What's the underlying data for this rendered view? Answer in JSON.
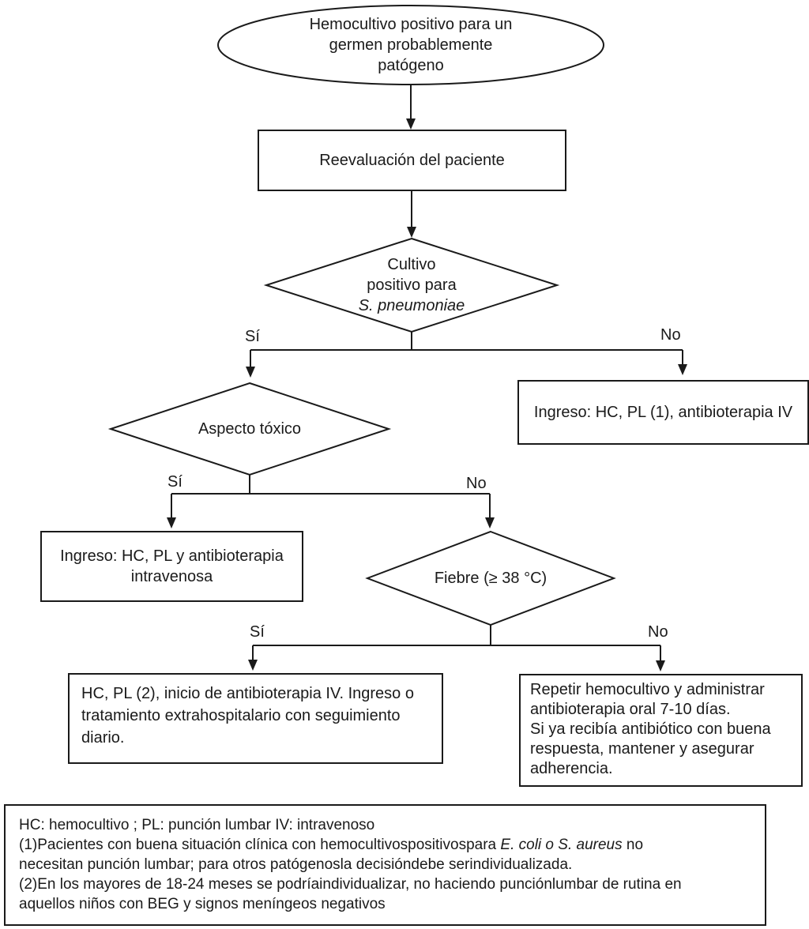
{
  "colors": {
    "stroke": "#1a1a1a",
    "background": "#ffffff",
    "text": "#1a1a1a"
  },
  "nodes": {
    "start": "Hemocultivo positivo para un\ngermen probablemente\npatógeno",
    "reevaluation": "Reevaluación del paciente",
    "decision_pneumoniae": {
      "line1": "Cultivo",
      "line2": "positivo para",
      "line3_italic": "S. pneumoniae"
    },
    "ingreso_pl1": "Ingreso: HC, PL (1), antibioterapia IV",
    "decision_aspecto": "Aspecto tóxico",
    "ingreso_iv": "Ingreso: HC, PL y antibioterapia\nintravenosa",
    "decision_fiebre": "Fiebre (≥ 38 °C)",
    "hc_pl2": "HC, PL (2), inicio de antibioterapia IV. Ingreso o\ntratamiento extrahospitalario con seguimiento\ndiario.",
    "repetir": "Repetir hemocultivo y administrar\nantibioterapia oral 7-10 días.\nSi ya recibía antibiótico con buena\nrespuesta, mantener y asegurar\nadherencia."
  },
  "edge_labels": {
    "yes1": "Sí",
    "no1": "No",
    "yes2": "Sí",
    "no2": "No",
    "yes3": "Sí",
    "no3": "No"
  },
  "footnote": {
    "line1": "HC: hemocultivo ; PL: punción lumbar IV: intravenoso",
    "line2_pre": "(1)Pacientes con buena situación clínica con hemocultivospositivospara ",
    "line2_italic": "E. coli o S. aureus",
    "line2_post": " no",
    "line3": "necesitan punción lumbar; para otros patógenosla decisióndebe serindividualizada.",
    "line4": "(2)En los mayores de 18-24 meses se podríaindividualizar, no haciendo punciónlumbar de rutina en",
    "line5": "aquellos niños con BEG y signos meníngeos negativos"
  }
}
